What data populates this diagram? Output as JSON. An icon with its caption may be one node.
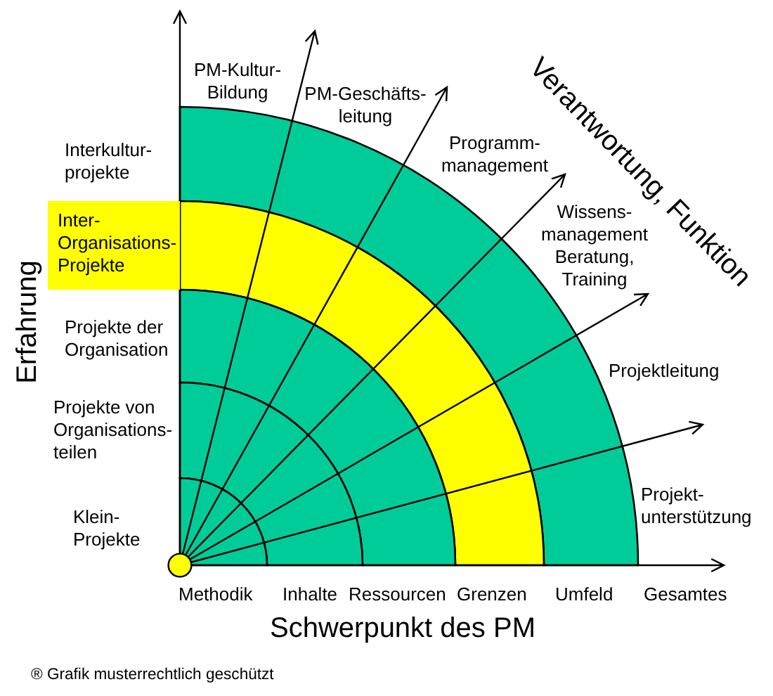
{
  "diagram": {
    "nodes": [
      {
        "text": [
          "Inter-Organisations-Projekte"
        ]
      }
    ],
    "labels": [
      "PM-Kultur-Bildung",
      "PM-Geschäfts-leitung",
      "Verantwortung, Funktion",
      "Interkultur-projekte",
      "Programm-management",
      "Wissens-management Beratung, Training",
      "Erfahrung",
      "Projekte der Organisation",
      "Projektleitung",
      "Projekte von Organisations-teilen",
      "Projekt-unterstützung",
      "Klein-Projekte",
      "Methodik",
      "Inhalte",
      "Ressourcen",
      "Grenzen",
      "Umfeld",
      "Gesamtes",
      "Schwerpunkt des PM",
      "® Grafik musterrechtlich geschützt"
    ]
  }
}
